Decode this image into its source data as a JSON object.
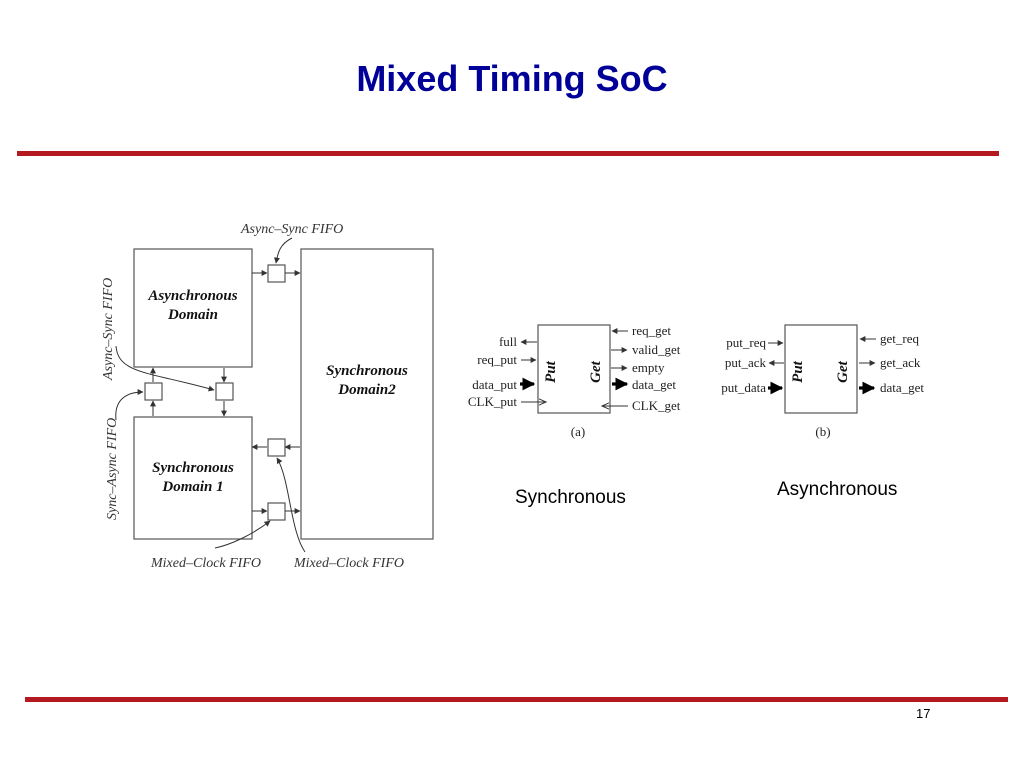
{
  "slide": {
    "title": "Mixed Timing SoC",
    "page_number": "17"
  },
  "left_diagram": {
    "async_domain_line1": "Asynchronous",
    "async_domain_line2": "Domain",
    "sync_domain1_line1": "Synchronous",
    "sync_domain1_line2": "Domain 1",
    "sync_domain2_line1": "Synchronous",
    "sync_domain2_line2": "Domain2",
    "label_async_sync_top": "Async–Sync FIFO",
    "label_async_sync_side": "Async–Sync FIFO",
    "label_sync_async_side": "Sync–Async FIFO",
    "label_mixed_clock_1": "Mixed–Clock FIFO",
    "label_mixed_clock_2": "Mixed–Clock FIFO"
  },
  "sync_interface": {
    "put_label": "Put",
    "get_label": "Get",
    "left_signals": [
      "full",
      "req_put",
      "data_put",
      "CLK_put"
    ],
    "right_signals": [
      "req_get",
      "valid_get",
      "empty",
      "data_get",
      "CLK_get"
    ],
    "sub_caption": "(a)",
    "caption": "Synchronous"
  },
  "async_interface": {
    "put_label": "Put",
    "get_label": "Get",
    "left_signals": [
      "put_req",
      "put_ack",
      "put_data"
    ],
    "right_signals": [
      "get_req",
      "get_ack",
      "data_get"
    ],
    "sub_caption": "(b)",
    "caption": "Asynchronous"
  }
}
